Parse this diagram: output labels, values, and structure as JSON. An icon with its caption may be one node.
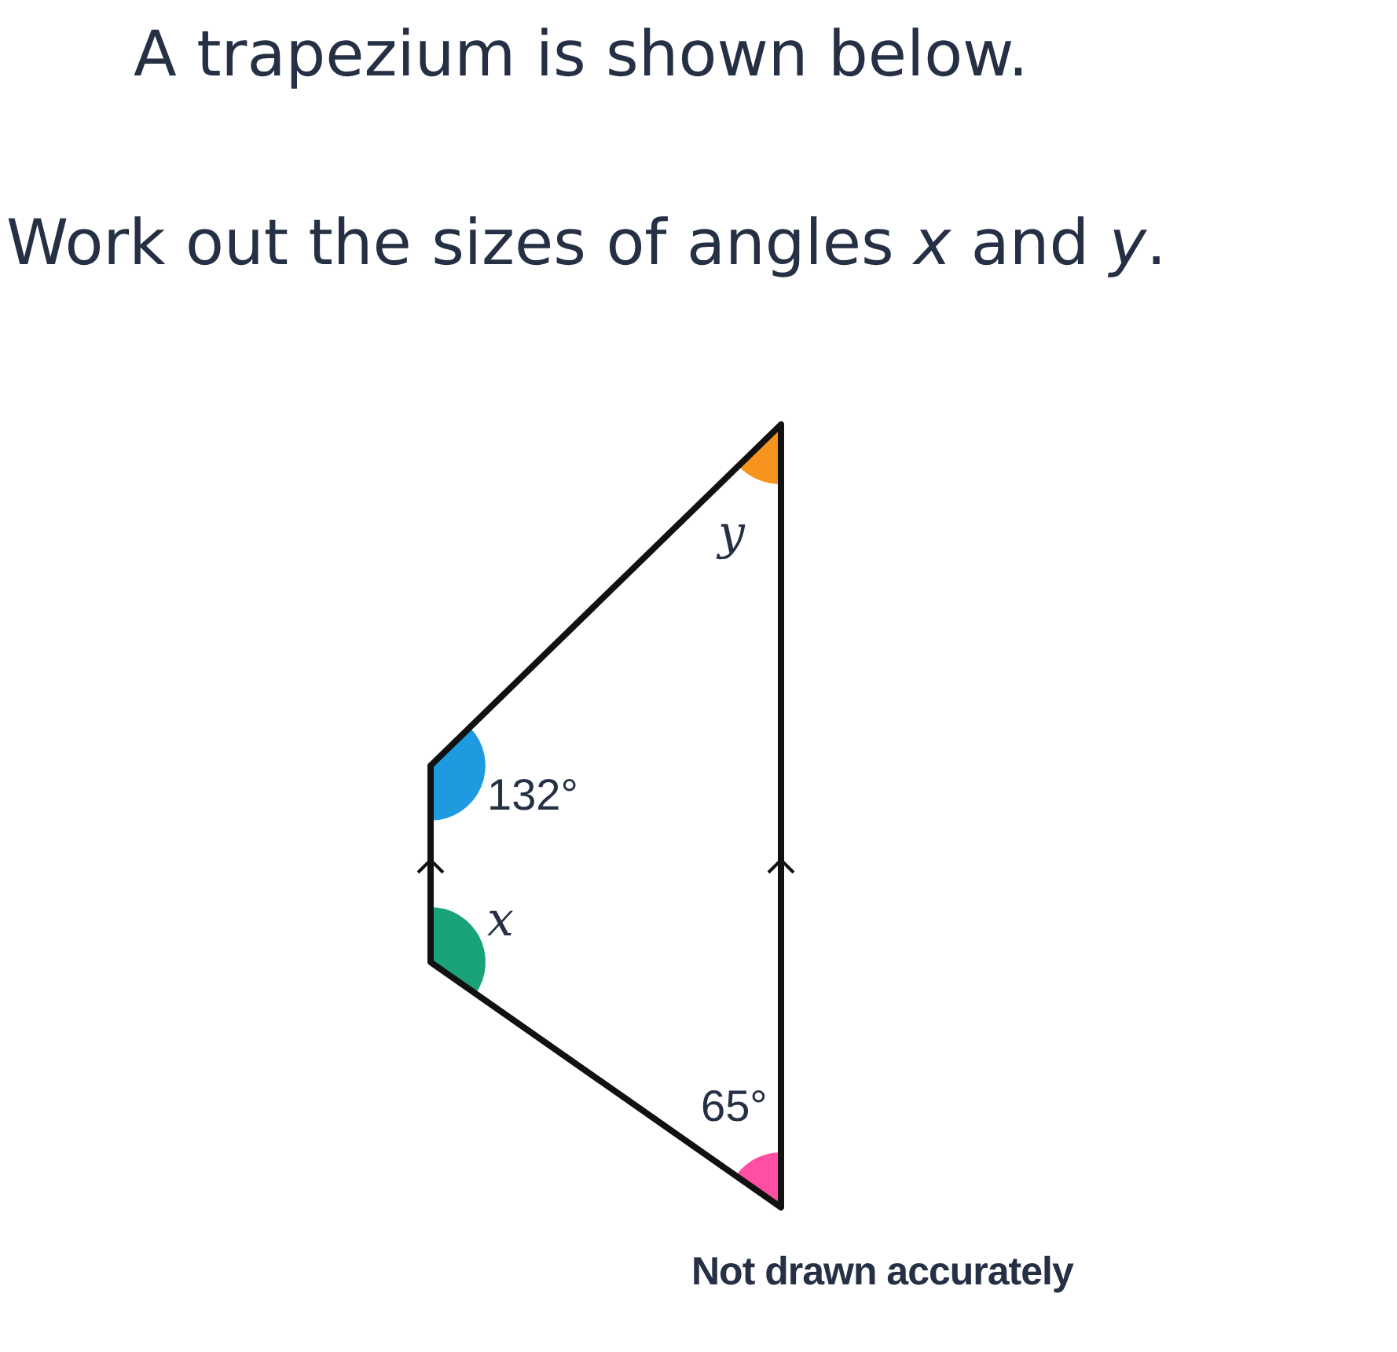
{
  "diagram": {
    "title": "A trapezium is shown below.",
    "labels": [
      "Work out the sizes of angles *x* and *y*.",
      "y",
      "132°",
      "x",
      "65°",
      "Not drawn accurately"
    ]
  }
}
